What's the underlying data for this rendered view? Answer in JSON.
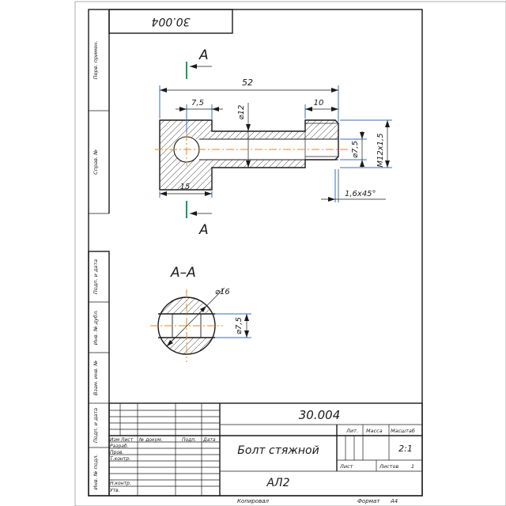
{
  "stamp_top": "30.004",
  "section_labels": {
    "top": "A",
    "bottom": "A",
    "title": "A–A"
  },
  "dimensions": {
    "overall_length": "52",
    "shoulder_length": "7,5",
    "shoulder_diameter": "⌀12",
    "thread_length": "10",
    "hole_diameter": "⌀7,5",
    "thread": "M12x1,5",
    "head_length": "15",
    "chamfer": "1,6x45°",
    "section_diameter": "⌀16",
    "section_hole_diameter": "⌀7,5"
  },
  "side_stamps": [
    "Перв. примен.",
    "Справ. №",
    "Подп. и дата",
    "Инв. № дубл.",
    "Взам. инв. №",
    "Подп. и дата",
    "Инв. № подл."
  ],
  "title_block": {
    "designation": "30.004",
    "name": "Болт стяжной",
    "material": "АЛ2",
    "col_headers": [
      "Изм",
      "Лист",
      "№ докум.",
      "Подп.",
      "Дата"
    ],
    "row_labels": [
      "Разраб.",
      "Пров.",
      "Т.контр.",
      "",
      "Н.контр.",
      "Утв."
    ],
    "lit_label": "Лит.",
    "mass_label": "Масса",
    "scale_label": "Масштаб",
    "scale_value": "2:1",
    "sheet_label": "Лист",
    "sheets_label": "Листов",
    "sheets_value": "1"
  },
  "footer": {
    "copied": "Копировал",
    "format_label": "Формат",
    "format_value": "А4"
  },
  "colors": {
    "dimension_lines": "#3b6fb6",
    "centerlines": "#e08a1e",
    "section_mark": "#1a9a5a"
  }
}
